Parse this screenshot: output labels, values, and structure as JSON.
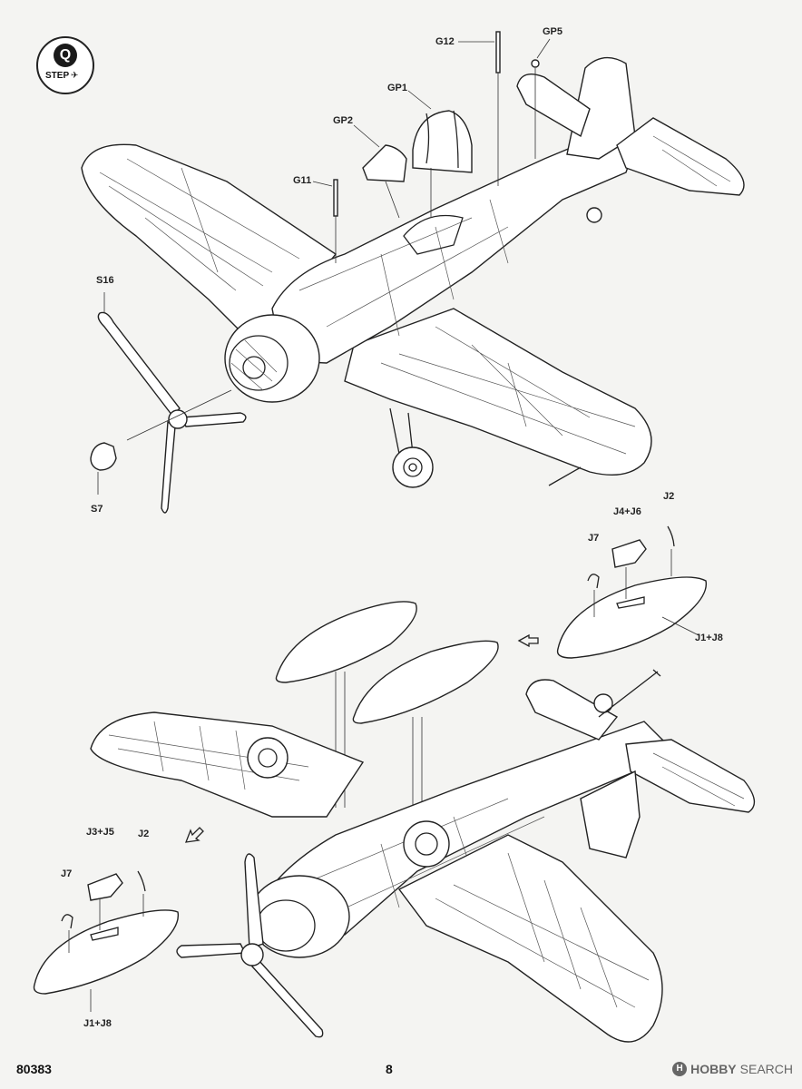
{
  "step": {
    "letter": "Q",
    "word": "STEP"
  },
  "labels": {
    "g12": "G12",
    "gp5": "GP5",
    "gp1": "GP1",
    "gp2": "GP2",
    "g11": "G11",
    "s16": "S16",
    "s7": "S7",
    "j2_right": "J2",
    "j4_j6": "J4+J6",
    "j7_right": "J7",
    "j1_j8_right": "J1+J8",
    "j3_j5": "J3+J5",
    "j2_left": "J2",
    "j7_left": "J7",
    "j1_j8_left": "J1+J8"
  },
  "footer": {
    "kit_number": "80383",
    "page_number": "8"
  },
  "watermark": {
    "logo_char": "H",
    "brand_a": "HOBBY",
    "brand_b": "SEARCH"
  }
}
